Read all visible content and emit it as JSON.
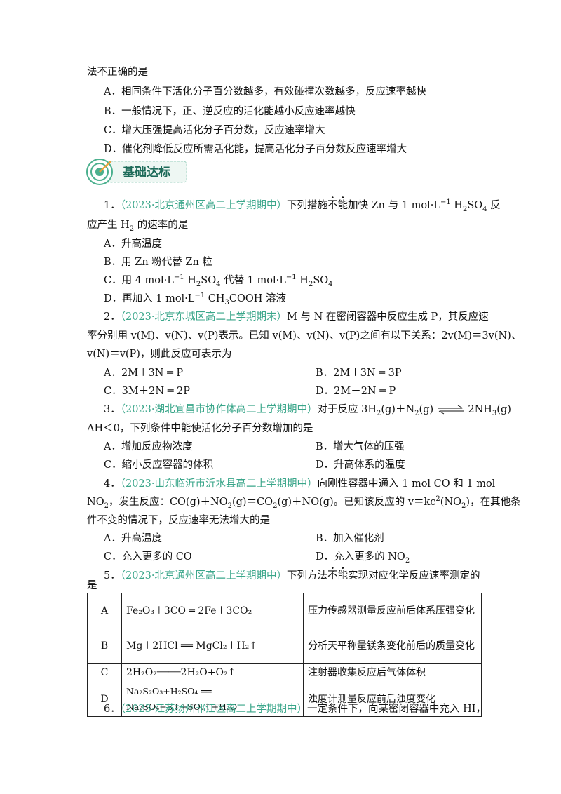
{
  "intro": {
    "stem_tail": "法不正确的是",
    "A": "A．相同条件下活化分子百分数越多，有效碰撞次数越多，反应速率越快",
    "B": "B．一般情况下，正、逆反应的活化能越小反应速率越快",
    "C": "C．增大压强提高活化分子百分数，反应速率增大",
    "D": "D．催化剂降低反应所需活化能，提高活化分子百分数反应速率增大"
  },
  "section_title": "基础达标",
  "q1": {
    "num": "1．",
    "source": "（2023·北京通州区高二上学期期中）",
    "stem_a": "下列措施",
    "emph1": "不",
    "emph2": "能",
    "stem_b": "加快 Zn 与 1  mol·L",
    "stem_b2": " H",
    "stem_b3": "SO",
    "stem_b4": " 反",
    "stem_c": "应产生 H",
    "stem_c2": " 的速率的是",
    "A": "A．升高温度",
    "B": "B．用 Zn 粉代替 Zn 粒",
    "C_a": "C．用 4  mol·L",
    "C_b": " H",
    "C_c": "SO",
    "C_d": " 代替 1  mol·L",
    "C_e": " H",
    "C_f": "SO",
    "D_a": "D．再加入 1  mol·L",
    "D_b": " CH",
    "D_c": "COOH 溶液"
  },
  "q2": {
    "num": "2．",
    "source": "（2023·北京东城区高二上学期期末）",
    "line1": "M 与 N 在密闭容器中反应生成 P，其反应速",
    "line2": "率分别用 v(M)、v(N)、v(P)表示。已知 v(M)、v(N)、v(P)之间有以下关系：2v(M)＝3v(N)、",
    "line3": "v(N)＝v(P)，则此反应可表示为",
    "A": "A．2M＋3N ═ P",
    "B": "B．2M＋3N ═ 3P",
    "C": "C．3M＋2N ═ 2P",
    "D": "D．2M＋2N ═ P"
  },
  "q3": {
    "num": "3．",
    "source": "（2023·湖北宜昌市协作体高二上学期期中）",
    "stem_a": "对于反应 3H",
    "stem_b": "(g)＋N",
    "stem_c": "(g)",
    "stem_d": "2NH",
    "stem_e": "(g)",
    "line2": "ΔH＜0，下列条件中能使活化分子百分数增加的是",
    "A": "A．增加反应物浓度",
    "B": "B．增大气体的压强",
    "C": "C．缩小反应容器的体积",
    "D": "D．升高体系的温度"
  },
  "q4": {
    "num": "4．",
    "source": "（2023·山东临沂市沂水县高二上学期期中）",
    "line1": "向刚性容器中通入 1 mol CO 和 1 mol",
    "line2_a": "NO",
    "line2_b": "，发生反应：CO(g)＋NO",
    "line2_c": "(g)＝CO",
    "line2_d": "(g)＋NO(g)。已知该反应的 v＝kc",
    "line2_e": "(NO",
    "line2_f": ")，在其他条",
    "line3": "件不变的情况下，反应速率无法增大的是",
    "A": "A．升高温度",
    "B": "B．加入催化剂",
    "C": "C．充入更多的 CO",
    "D": "D．充入更多的 NO"
  },
  "q5": {
    "num": "5．",
    "source": "（2023·北京通州区高二上学期期中）",
    "stem_a": "下列方法",
    "emph1": "不",
    "emph2": "能",
    "stem_b": "实现对应化学反应速率测定的",
    "line2": "是",
    "rows": [
      {
        "label": "A",
        "eq": "Fe₂O₃＋3CO ═ 2Fe＋3CO₂",
        "method": "压力传感器测量反应前后体系压强变化"
      },
      {
        "label": "B",
        "eq": "Mg＋2HCl ══ MgCl₂＋H₂↑",
        "method": "分析天平称量镁条变化前后的质量变化"
      },
      {
        "label": "C",
        "eq": "2H₂O₂════2H₂O+O₂↑",
        "method": "注射器收集反应后气体体积"
      },
      {
        "label": "D",
        "eq": "Na₂S₂O₃+H₂SO₄ ══ Na₂SO₄+S↓+SO₂↑+H₂O",
        "method": "浊度计测量反应前后浊度变化"
      }
    ]
  },
  "q6": {
    "num": "6．",
    "source": "（2023·江苏扬州邗江区高二上学期期中）",
    "stem": "一定条件下，向某密闭容器中充入 HI，"
  },
  "sup": {
    "minus1": "−1",
    "two": "2"
  },
  "sub": {
    "two": "2",
    "three": "3",
    "four": "4"
  }
}
